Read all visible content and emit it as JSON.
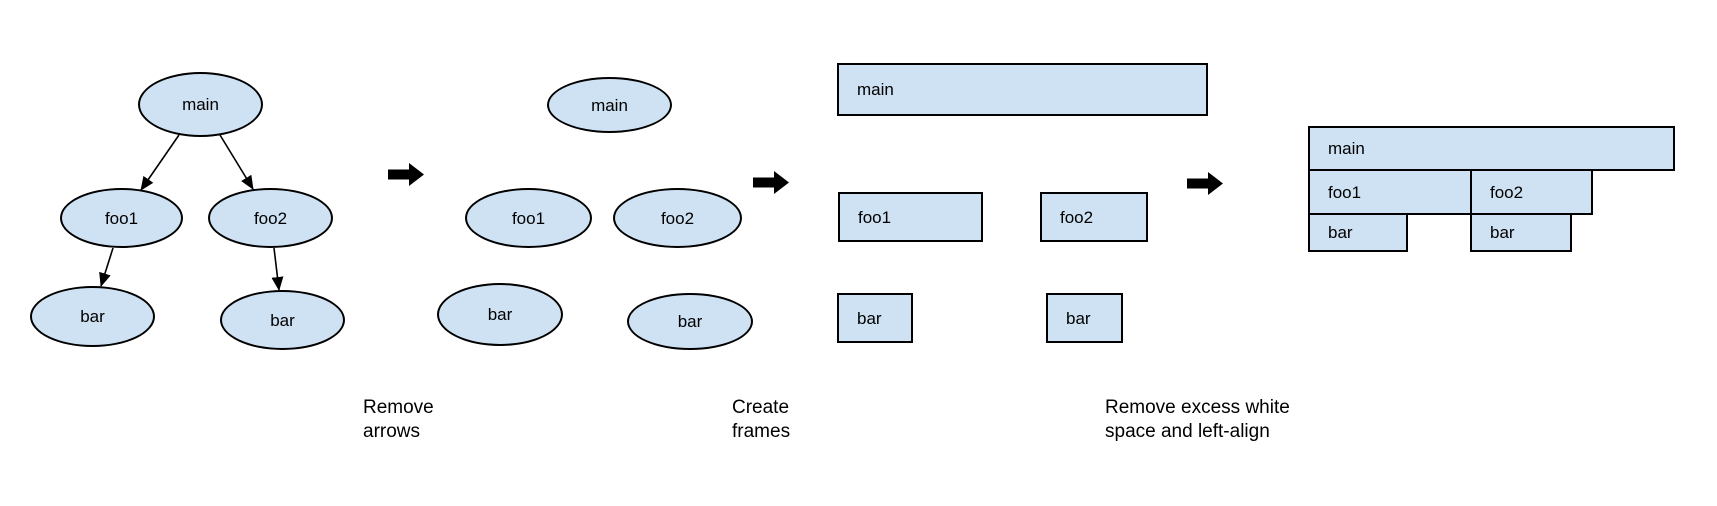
{
  "colors": {
    "background": "#ffffff",
    "node_fill": "#cfe2f3",
    "node_border": "#000000",
    "arrow": "#000000",
    "text": "#000000"
  },
  "call_tree": {
    "main": "main",
    "foo1": "foo1",
    "foo2": "foo2",
    "bar_left": "bar",
    "bar_right": "bar"
  },
  "ellipses": {
    "main": "main",
    "foo1": "foo1",
    "foo2": "foo2",
    "bar_left": "bar",
    "bar_right": "bar"
  },
  "frames": {
    "main": "main",
    "foo1": "foo1",
    "foo2": "foo2",
    "bar_left": "bar",
    "bar_right": "bar"
  },
  "flame": {
    "main": "main",
    "foo1": "foo1",
    "foo2": "foo2",
    "bar_left": "bar",
    "bar_right": "bar"
  },
  "captions": {
    "step1": "Remove arrows",
    "step2": "Create frames",
    "step3": "Remove excess white space and left-align"
  }
}
